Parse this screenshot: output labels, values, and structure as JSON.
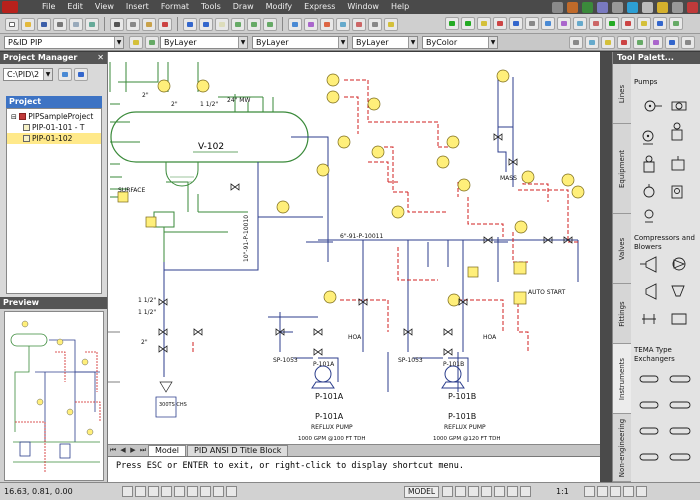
{
  "menubar": {
    "items": [
      "File",
      "Edit",
      "View",
      "Insert",
      "Format",
      "Tools",
      "Draw",
      "Modify",
      "Express",
      "Window",
      "Help"
    ]
  },
  "toolbar": {
    "workspace": "P&ID PIP",
    "layer_color": "ByLayer",
    "linetype": "ByLayer",
    "lineweight": "ByLayer",
    "plotstyle": "ByColor"
  },
  "project_manager": {
    "title": "Project Manager",
    "path_value": "C:\\PID\\2",
    "project_label": "Project",
    "tree": [
      {
        "label": "PIPSampleProject",
        "level": 1,
        "selected": false
      },
      {
        "label": "PIP-01-101 - T",
        "level": 2,
        "selected": false
      },
      {
        "label": "PIP-01-102",
        "level": 2,
        "selected": true
      }
    ]
  },
  "preview": {
    "title": "Preview"
  },
  "drawing": {
    "labels": {
      "vessel": "V-102",
      "surface": "SURFACE",
      "pump_a": "P-101A",
      "pump_b": "P-101B",
      "reflux_pump": "REFLUX PUMP",
      "pump_a_tag": "P-101A",
      "pump_b_tag": "P-101B",
      "pump_a_rating": "1000 GPM @100 FT TDH",
      "pump_b_rating": "1000 GPM @120 FT TDH",
      "line_10010": "10\"-91-P-10010",
      "line_10011": "6\"-91-P-10011",
      "auto_start": "AUTO START",
      "sp_a": "SP-1053",
      "sp_b": "SP-1053",
      "hoa_a": "HOA",
      "hoa_b": "HOA",
      "nozzle_2": "2\"",
      "nozzle_112": "1 1/2\"",
      "nozzle_24": "24\" MW",
      "offpage": "300TS\nCHS",
      "mass": "MASS"
    }
  },
  "layout_tabs": [
    "Model",
    "PID ANSI D Title Block"
  ],
  "cmdline": {
    "text": "Press ESC or ENTER to exit, or right-click to display shortcut menu."
  },
  "tool_palette": {
    "title": "Tool Palett...",
    "tabs": [
      "Lines",
      "Equipment",
      "Valves",
      "Fittings",
      "Instruments",
      "Non-engineering"
    ],
    "categories": [
      "Pumps",
      "Compressors and Blowers",
      "TEMA Type Exchangers"
    ]
  },
  "statusbar": {
    "coords": "16.63, 0.81, 0.00",
    "model": "MODEL",
    "scale": "1:1"
  },
  "colors": {
    "menubar": "#4a4a4a",
    "pipe_green": "#3a8a3a",
    "pipe_blue": "#2c3e8c",
    "signal_red": "#d02020",
    "instrument_yellow": "#ffef7a"
  }
}
